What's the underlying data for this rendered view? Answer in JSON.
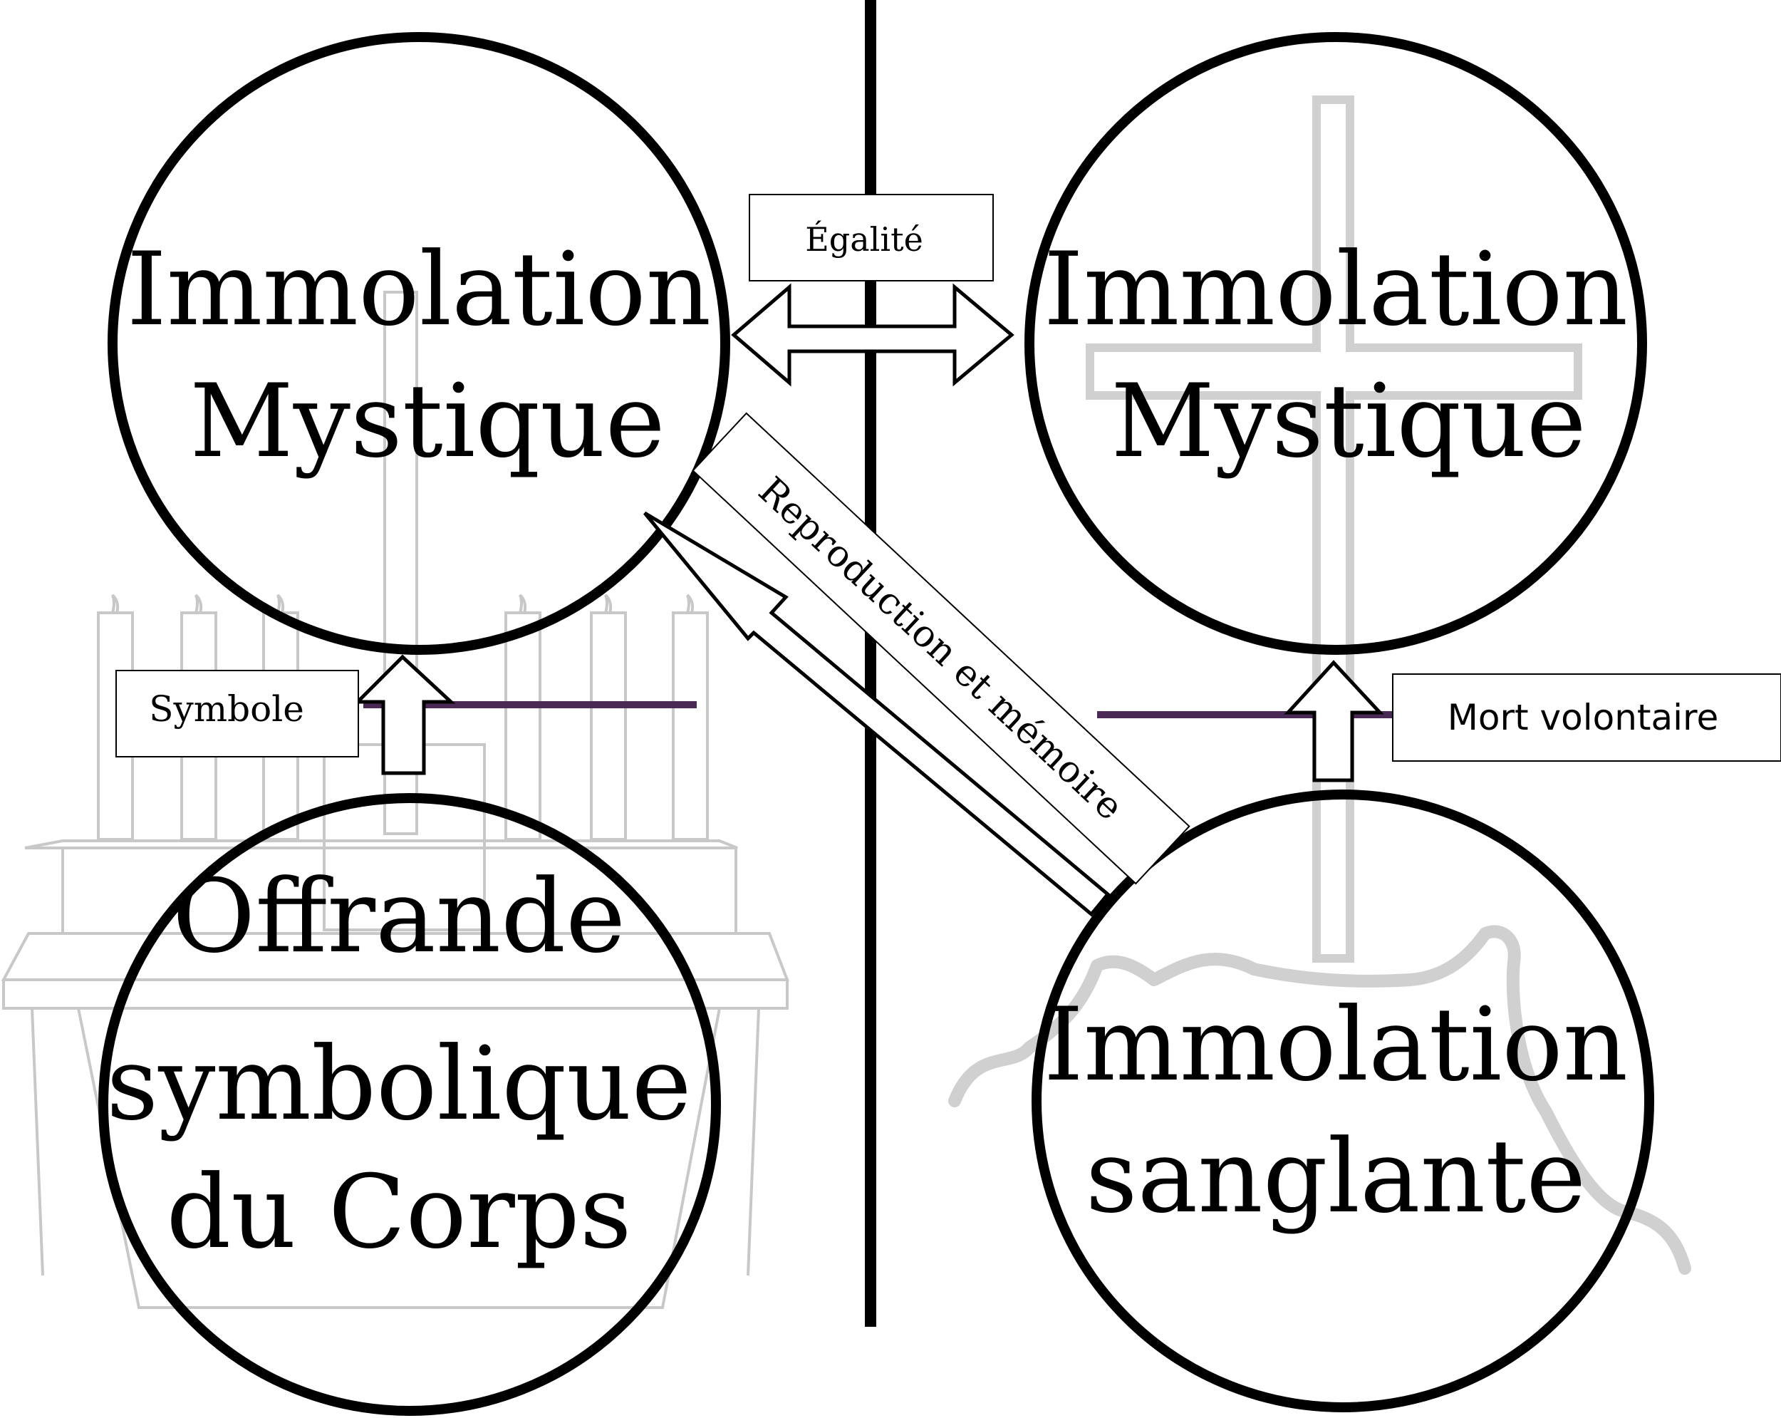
{
  "colors": {
    "ink": "#000000",
    "background_art": "#c8c8c8",
    "link_line": "#4a2a55"
  },
  "nodes": {
    "top_left": {
      "line1": "Immolation",
      "line2": "Mystique"
    },
    "top_right": {
      "line1": "Immolation",
      "line2": "Mystique"
    },
    "bottom_left": {
      "line1": "Offrande",
      "line2": "symbolique",
      "line3": "du Corps"
    },
    "bottom_right": {
      "line1": "Immolation",
      "line2": "sanglante"
    }
  },
  "labels": {
    "equality": "Égalité",
    "reproduction": "Reproduction et mémoire",
    "symbol": "Symbole",
    "voluntary_death": "Mort volontaire"
  },
  "background_icons": [
    "altar-with-candles-icon",
    "cross-icon",
    "hill-icon"
  ]
}
